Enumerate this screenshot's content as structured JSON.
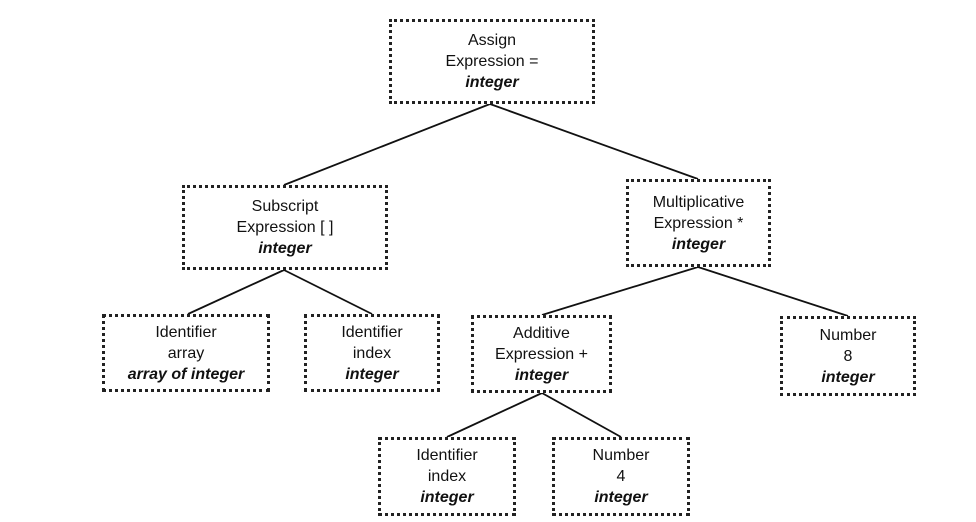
{
  "tree": {
    "assign": {
      "line1": "Assign",
      "line2": "Expression =",
      "type": "integer"
    },
    "subscript": {
      "line1": "Subscript",
      "line2": "Expression [ ]",
      "type": "integer"
    },
    "multiplicative": {
      "line1": "Multiplicative",
      "line2": "Expression *",
      "type": "integer"
    },
    "identifier_array": {
      "line1": "Identifier",
      "line2": "array",
      "type": "array of integer"
    },
    "identifier_index_1": {
      "line1": "Identifier",
      "line2": "index",
      "type": "integer"
    },
    "additive": {
      "line1": "Additive",
      "line2": "Expression +",
      "type": "integer"
    },
    "number_8": {
      "line1": "Number",
      "line2": "8",
      "type": "integer"
    },
    "identifier_index_2": {
      "line1": "Identifier",
      "line2": "index",
      "type": "integer"
    },
    "number_4": {
      "line1": "Number",
      "line2": "4",
      "type": "integer"
    }
  }
}
